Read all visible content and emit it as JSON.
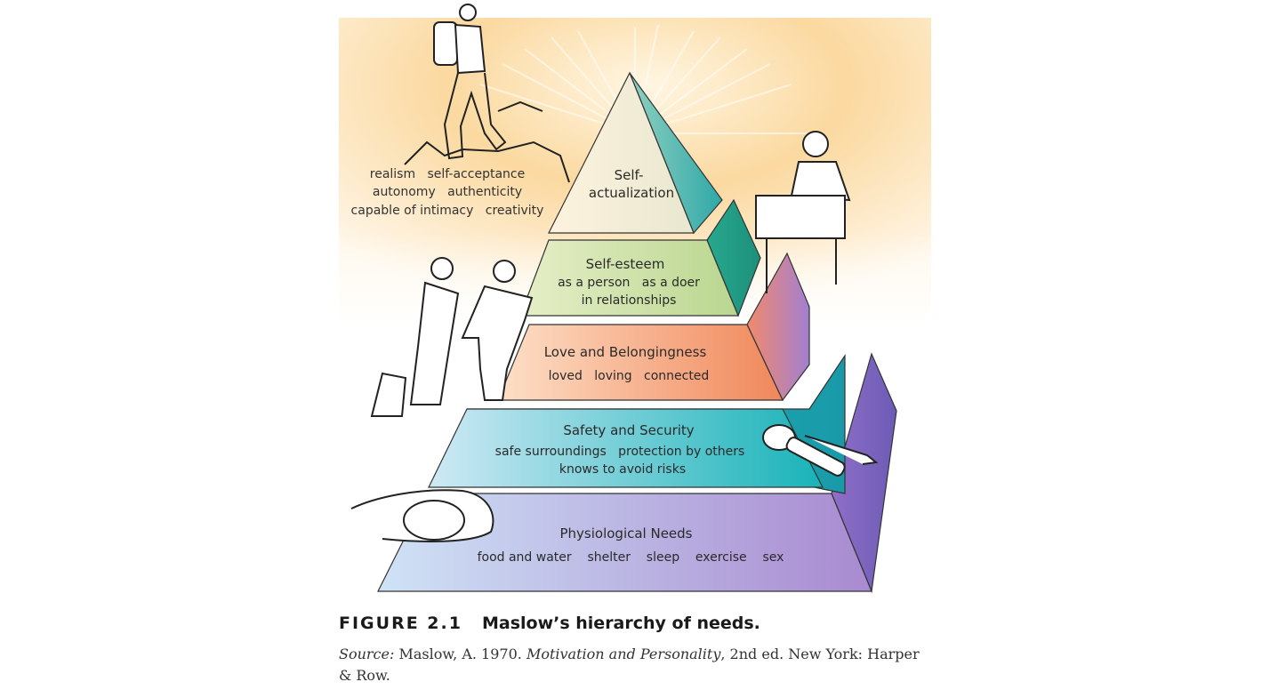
{
  "pyramid": {
    "tiers": [
      {
        "title": "Self-",
        "title2": "actualization",
        "items": []
      },
      {
        "title": "Self-esteem",
        "items": [
          "as a person   as a doer",
          "in relationships"
        ]
      },
      {
        "title": "Love and Belongingness",
        "items": [
          "loved   loving   connected"
        ]
      },
      {
        "title": "Safety and Security",
        "items": [
          "safe surroundings   protection by others",
          "knows to avoid risks"
        ]
      },
      {
        "title": "Physiological Needs",
        "items": [
          "food and water    shelter    sleep    exercise    sex"
        ]
      }
    ],
    "self_actualization_traits": [
      "realism   self-acceptance",
      "autonomy   authenticity",
      "capable of intimacy   creativity"
    ]
  },
  "caption": {
    "figure_number": "FIGURE 2.1",
    "figure_title": "Maslow’s hierarchy of needs.",
    "source_label": "Source:",
    "source_author": " Maslow, A. 1970. ",
    "source_book": "Motivation and Personality",
    "source_rest": ", 2nd ed. New York: Harper & Row."
  },
  "colors": {
    "background_glow": "#fbd9a0",
    "tier1": "#f7ecd2",
    "tier2": "#c9dfa4",
    "tier3": "#f39a6c",
    "tier4": "#9fd7e4",
    "tier5": "#b6a8d8"
  }
}
